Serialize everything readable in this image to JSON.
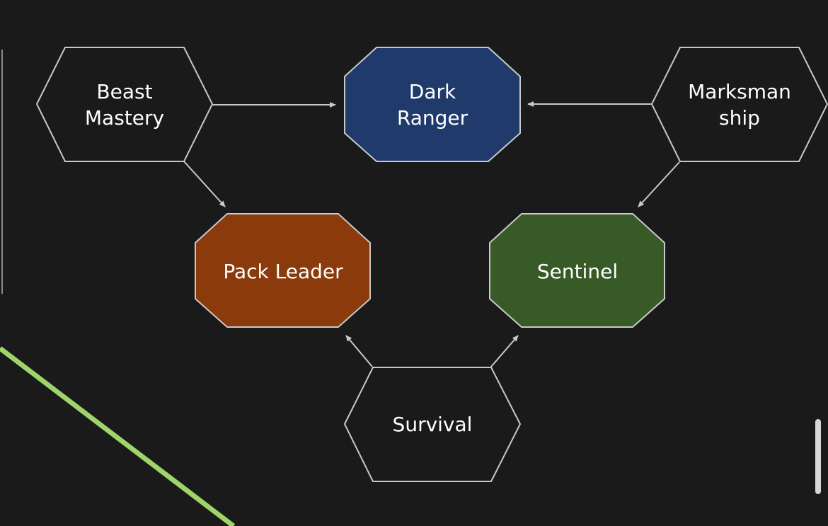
{
  "diagram": {
    "nodes": {
      "beast_mastery": {
        "lines": [
          "Beast",
          "Mastery"
        ],
        "fill": "none"
      },
      "dark_ranger": {
        "lines": [
          "Dark",
          "Ranger"
        ],
        "fill": "#1f3a6b"
      },
      "marksmanship": {
        "lines": [
          "Marksman",
          "ship"
        ],
        "fill": "none"
      },
      "pack_leader": {
        "lines": [
          "Pack Leader"
        ],
        "fill": "#8a3a0b"
      },
      "sentinel": {
        "lines": [
          "Sentinel"
        ],
        "fill": "#375a26"
      },
      "survival": {
        "lines": [
          "Survival"
        ],
        "fill": "none"
      }
    },
    "edges": [
      {
        "from": "beast_mastery",
        "to": "dark_ranger"
      },
      {
        "from": "marksmanship",
        "to": "dark_ranger"
      },
      {
        "from": "beast_mastery",
        "to": "pack_leader"
      },
      {
        "from": "marksmanship",
        "to": "sentinel"
      },
      {
        "from": "survival",
        "to": "pack_leader"
      },
      {
        "from": "survival",
        "to": "sentinel"
      }
    ]
  },
  "colors": {
    "background": "#1a1a1a",
    "stroke": "#c8c8c8",
    "accent_line": "#9fd46a",
    "scrollbar": "#d6d6d6"
  }
}
